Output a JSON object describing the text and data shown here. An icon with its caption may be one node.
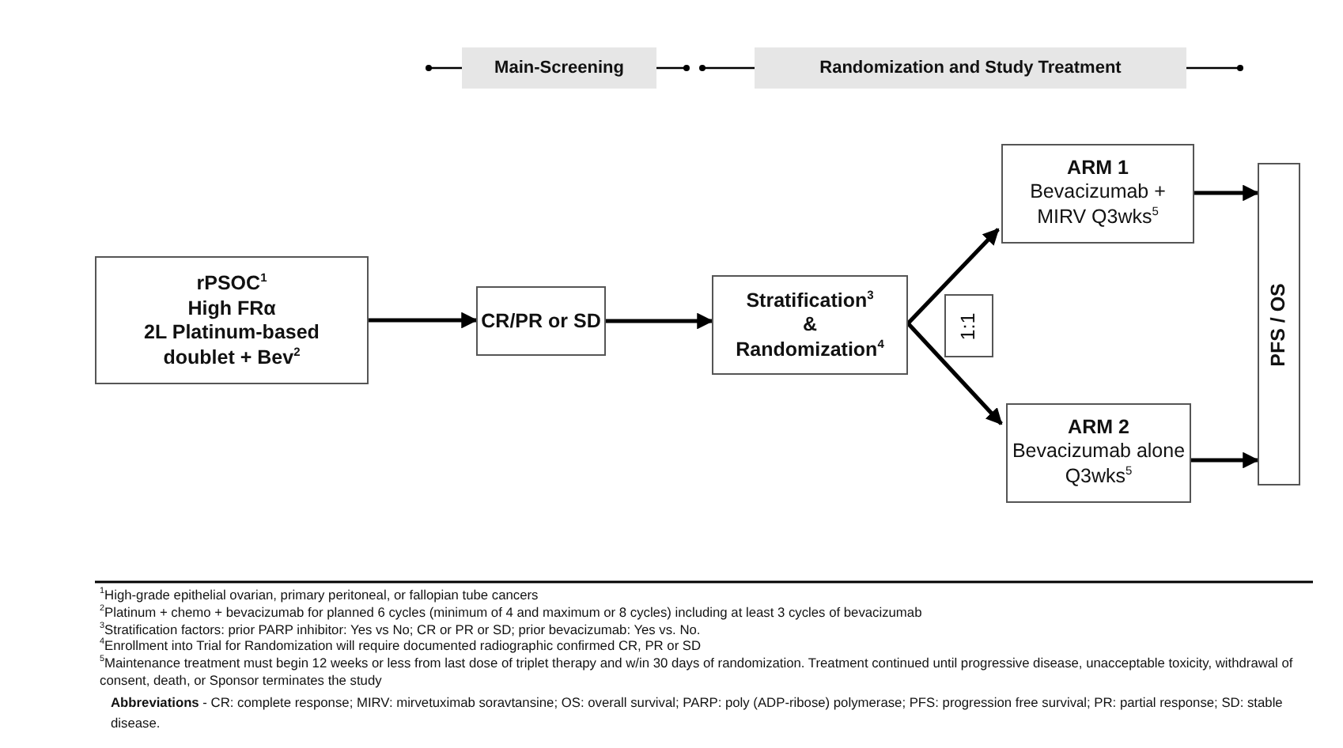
{
  "diagram": {
    "nodes": [
      {
        "text": [
          "Main-Screening"
        ]
      },
      {
        "text": [
          "Randomization and Study Treatment"
        ]
      },
      {
        "text": [
          "rPSOC$^{1}$",
          "High FRα",
          "2L Platinum-based",
          "doublet + Bev$^{2}$"
        ]
      },
      {
        "text": [
          "CR/PR or SD"
        ]
      },
      {
        "text": [
          "Stratification$^{3}$",
          "&",
          "Randomization$^{4}$"
        ]
      },
      {
        "text": [
          "1:1"
        ]
      },
      {
        "text": [
          "ARM 1",
          "Bevacizumab + MIRV Q3wks$^{5}$"
        ]
      },
      {
        "text": [
          "ARM 2",
          "Bevacizumab alone Q3wks$^{5}$"
        ]
      },
      {
        "text": [
          "PFS / OS"
        ]
      }
    ],
    "edges": [
      {
        "from": 2,
        "to": 3,
        "arrow": "to"
      },
      {
        "from": 3,
        "to": 4,
        "arrow": "to"
      },
      {
        "from": 4,
        "to": 6,
        "arrow": "to"
      },
      {
        "from": 4,
        "to": 7,
        "arrow": "to"
      },
      {
        "from": 6,
        "to": 8,
        "arrow": "to"
      },
      {
        "from": 7,
        "to": 8,
        "arrow": "to"
      }
    ],
    "labels": [
      "$^{1}$High-grade epithelial ovarian, primary peritoneal, or fallopian tube cancers",
      "$^{2}$Platinum + chemo + bevacizumab for planned 6 cycles (minimum of 4 and maximum or 8 cycles) including at least 3 cycles of bevacizumab",
      "$^{3}$Stratification factors: prior PARP inhibitor:  Yes vs No; CR or PR or SD; prior bevacizumab:  Yes vs. No.",
      "$^{4}$Enrollment into Trial for Randomization will require documented radiographic confirmed CR, PR or SD",
      "$^{5}$Maintenance treatment must begin 12 weeks or less from last dose of triplet therapy and w/in 30 days of randomization. Treatment continued until progressive disease, unacceptable toxicity, withdrawal of consent, death, or Sponsor terminates the study",
      "**Abbreviations** - CR: complete response; MIRV: mirvetuximab soravtansine; OS: overall survival; PARP: poly (ADP-ribose) polymerase; PFS: progression free survival; PR: partial response; SD: stable disease."
    ]
  }
}
